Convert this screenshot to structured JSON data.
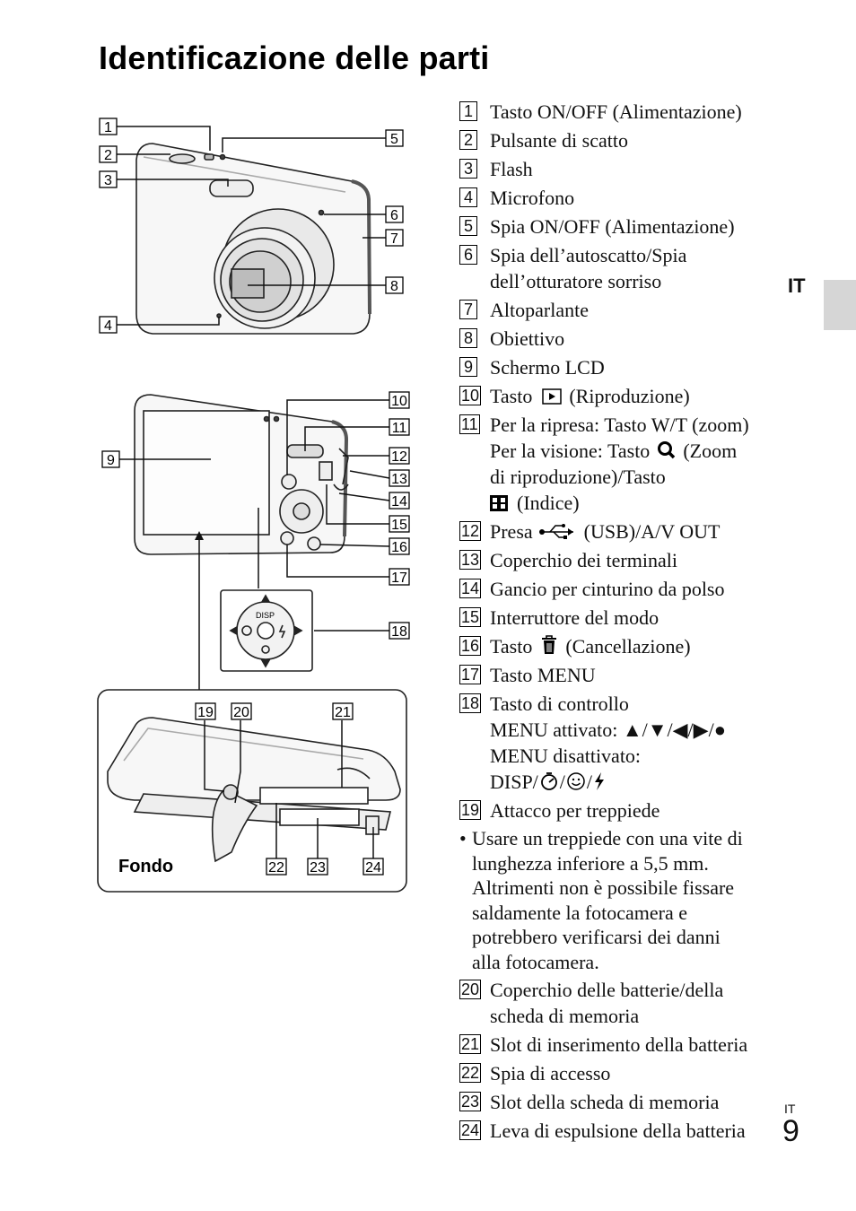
{
  "page": {
    "title": "Identificazione delle parti",
    "lang_tab": "IT",
    "footer_lang": "IT",
    "page_number": "9"
  },
  "diagram": {
    "callouts": [
      "1",
      "2",
      "3",
      "4",
      "5",
      "6",
      "7",
      "8",
      "9",
      "10",
      "11",
      "12",
      "13",
      "14",
      "15",
      "16",
      "17",
      "18",
      "19",
      "20",
      "21",
      "22",
      "23",
      "24"
    ],
    "bottom_label": "Fondo",
    "dpad_label": "DISP"
  },
  "parts": [
    {
      "num": "1",
      "lines": [
        "Tasto ON/OFF (Alimentazione)"
      ]
    },
    {
      "num": "2",
      "lines": [
        "Pulsante di scatto"
      ]
    },
    {
      "num": "3",
      "lines": [
        "Flash"
      ]
    },
    {
      "num": "4",
      "lines": [
        "Microfono"
      ]
    },
    {
      "num": "5",
      "lines": [
        "Spia ON/OFF (Alimentazione)"
      ]
    },
    {
      "num": "6",
      "lines": [
        "Spia dell’autoscatto/Spia",
        "dell’otturatore sorriso"
      ]
    },
    {
      "num": "7",
      "lines": [
        "Altoparlante"
      ]
    },
    {
      "num": "8",
      "lines": [
        "Obiettivo"
      ]
    },
    {
      "num": "9",
      "lines": [
        "Schermo LCD"
      ]
    },
    {
      "num": "10",
      "pre": "Tasto",
      "post": "(Riproduzione)"
    },
    {
      "num": "11",
      "l1": "Per la ripresa: Tasto W/T (zoom)",
      "l2a": "Per la visione: Tasto",
      "l2b": "(Zoom",
      "l3": "di riproduzione)/Tasto",
      "l4": "(Indice)"
    },
    {
      "num": "12",
      "pre": "Presa",
      "post": "(USB)/A/V OUT"
    },
    {
      "num": "13",
      "lines": [
        "Coperchio dei terminali"
      ]
    },
    {
      "num": "14",
      "lines": [
        "Gancio per cinturino da polso"
      ]
    },
    {
      "num": "15",
      "lines": [
        "Interruttore del modo"
      ]
    },
    {
      "num": "16",
      "pre": "Tasto",
      "post": "(Cancellazione)"
    },
    {
      "num": "17",
      "lines": [
        "Tasto MENU"
      ]
    },
    {
      "num": "18",
      "l1": "Tasto di controllo",
      "l2": "MENU attivato: ▲/▼/◀/▶/●",
      "l3": "MENU disattivato:",
      "l4": "DISP/"
    },
    {
      "num": "19",
      "lines": [
        "Attacco per treppiede"
      ]
    },
    {
      "num": "20",
      "lines": [
        "Coperchio delle batterie/della",
        "scheda di memoria"
      ]
    },
    {
      "num": "21",
      "lines": [
        "Slot di inserimento della batteria"
      ]
    },
    {
      "num": "22",
      "lines": [
        "Spia di accesso"
      ]
    },
    {
      "num": "23",
      "lines": [
        "Slot della scheda di memoria"
      ]
    },
    {
      "num": "24",
      "lines": [
        "Leva di espulsione della batteria"
      ]
    }
  ],
  "note": {
    "bullet": "•",
    "lines": [
      "Usare un treppiede con una vite di",
      "lunghezza inferiore a 5,5 mm.",
      "Altrimenti non è possibile fissare",
      "saldamente la fotocamera e",
      "potrebbero verificarsi dei danni",
      "alla fotocamera."
    ]
  }
}
